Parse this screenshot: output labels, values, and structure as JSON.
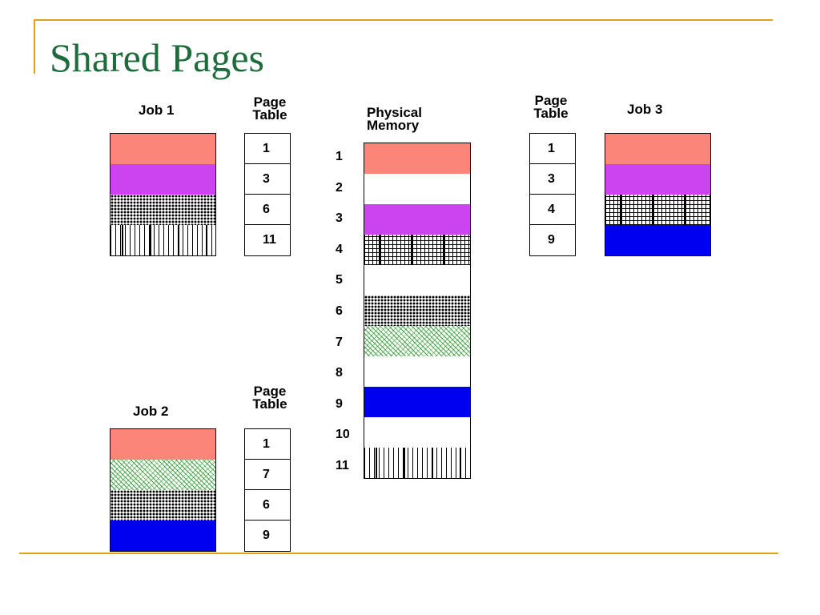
{
  "title": "Shared Pages",
  "job1": {
    "label": "Job 1",
    "page_table_label": [
      "Page",
      "Table"
    ],
    "blocks": [
      "salmon",
      "purple",
      "black-dots",
      "vlines"
    ],
    "page_table": [
      "1",
      "3",
      "6",
      "11"
    ]
  },
  "job2": {
    "label": "Job 2",
    "page_table_label": [
      "Page",
      "Table"
    ],
    "blocks": [
      "salmon",
      "green-dots",
      "black-dots",
      "blue"
    ],
    "page_table": [
      "1",
      "7",
      "6",
      "9"
    ]
  },
  "job3": {
    "label": "Job 3",
    "page_table_label": [
      "Page",
      "Table"
    ],
    "blocks": [
      "salmon",
      "purple",
      "grid",
      "blue"
    ],
    "page_table": [
      "1",
      "3",
      "4",
      "9"
    ]
  },
  "physical_memory": {
    "label": [
      "Physical",
      "Memory"
    ],
    "frames": [
      {
        "number": "1",
        "pattern": "salmon"
      },
      {
        "number": "2",
        "pattern": "white"
      },
      {
        "number": "3",
        "pattern": "purple"
      },
      {
        "number": "4",
        "pattern": "grid"
      },
      {
        "number": "5",
        "pattern": "white"
      },
      {
        "number": "6",
        "pattern": "black-dots"
      },
      {
        "number": "7",
        "pattern": "green-dots"
      },
      {
        "number": "8",
        "pattern": "white"
      },
      {
        "number": "9",
        "pattern": "blue"
      },
      {
        "number": "10",
        "pattern": "white"
      },
      {
        "number": "11",
        "pattern": "vlines"
      }
    ]
  },
  "colors": {
    "salmon": "#fa8578",
    "purple": "#cc44f0",
    "blue": "#0000f0",
    "title": "#1e6b3c",
    "rule": "#d9a520"
  }
}
